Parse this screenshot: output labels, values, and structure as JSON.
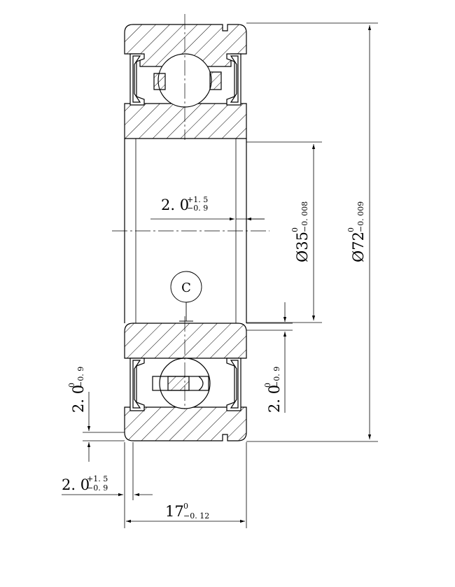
{
  "dims": {
    "top_clearance": {
      "main": "2. 0",
      "upper": "+1. 5",
      "lower": "−0. 9"
    },
    "bore": {
      "main": "Ø35",
      "upper": "0",
      "lower": "−0. 008"
    },
    "outer": {
      "main": "Ø72",
      "upper": "0",
      "lower": "−0. 009"
    },
    "left_chamfer": {
      "main": "2. 0",
      "upper": "0",
      "lower": "−0. 9"
    },
    "right_chamfer": {
      "main": "2. 0",
      "upper": "0",
      "lower": "−0. 9"
    },
    "bottom_chamfer": {
      "main": "2. 0",
      "upper": "+1. 5",
      "lower": "−0. 9"
    },
    "width": {
      "main": "17",
      "upper": "0",
      "lower": "−0. 12"
    }
  },
  "datum": {
    "label": "C"
  }
}
